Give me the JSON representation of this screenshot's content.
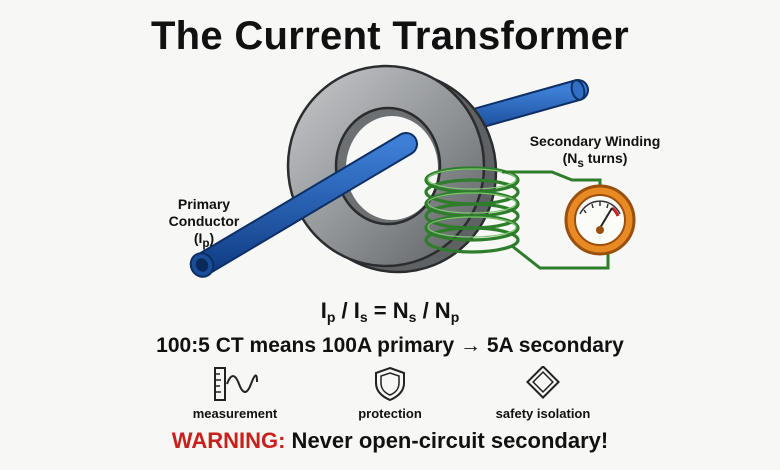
{
  "title": "The Current Transformer",
  "primary": {
    "label_line1": "Primary",
    "label_line2": "Conductor",
    "symbol_base": "(I",
    "symbol_sub": "p",
    "symbol_end": ")"
  },
  "secondary": {
    "label_line1": "Secondary Winding",
    "symbol_base": "(N",
    "symbol_sub": "s",
    "symbol_end": " turns)"
  },
  "formula": {
    "t1": "I",
    "s1": "p",
    "t2": " / I",
    "s2": "s",
    "t3": " = N",
    "s3": "s",
    "t4": " / N",
    "s4": "p"
  },
  "ratio_text": "100:5 CT means 100A primary → 5A secondary",
  "applications": [
    {
      "label": "measurement",
      "icon": "meter-sine-icon"
    },
    {
      "label": "protection",
      "icon": "shield-icon"
    },
    {
      "label": "safety isolation",
      "icon": "diamond-isolation-icon"
    }
  ],
  "warning": {
    "tag": "WARNING:",
    "text": " Never open-circuit secondary!"
  },
  "colors": {
    "conductor": "#1f5fb8",
    "core": "#8e9194",
    "winding": "#3f9a3a",
    "meter": "#e88a24",
    "warning": "#c8201c"
  }
}
